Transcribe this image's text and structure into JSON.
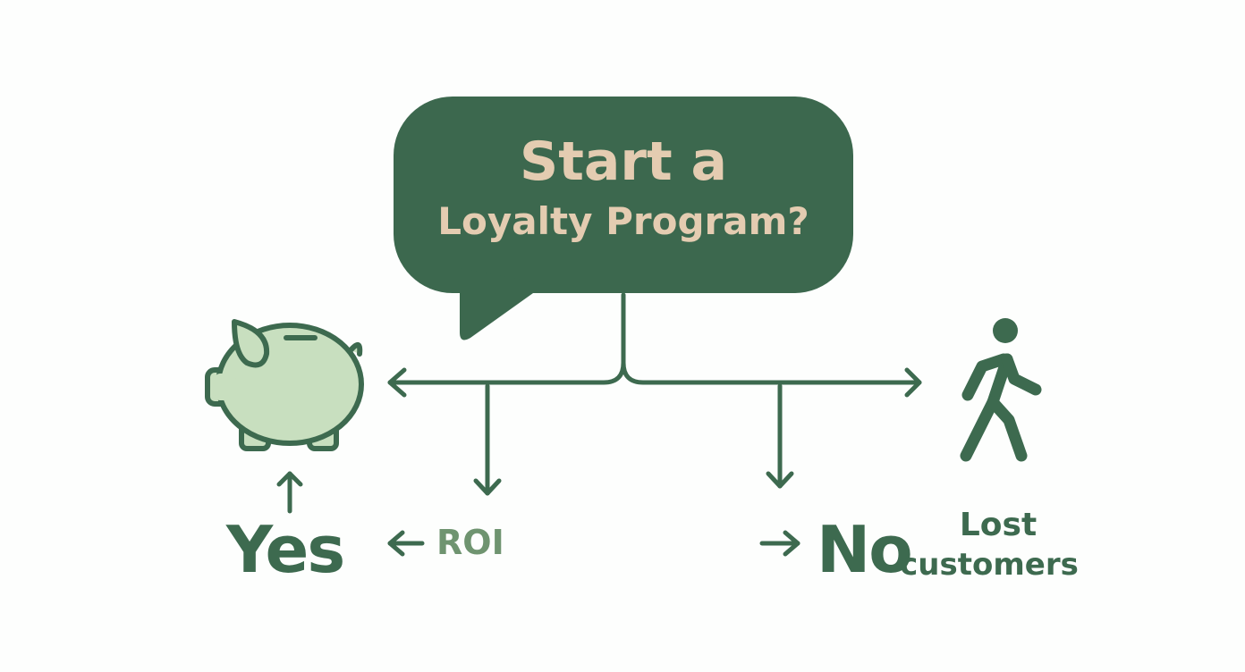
{
  "question": {
    "line1": "Start a",
    "line2": "Loyalty Program?"
  },
  "branches": {
    "yes": {
      "label": "Yes",
      "icon": "piggy-bank-icon",
      "outcome": "ROI"
    },
    "no": {
      "label": "No",
      "icon": "walking-person-icon",
      "outcome": "Lost customers"
    }
  },
  "colors": {
    "dark_green": "#3d6a4f",
    "bubble_green": "#3c684e",
    "light_green": "#c8dfbf",
    "beige_text": "#e4ccb1",
    "roi_green": "#6f9470",
    "background": "#fdfefd"
  }
}
